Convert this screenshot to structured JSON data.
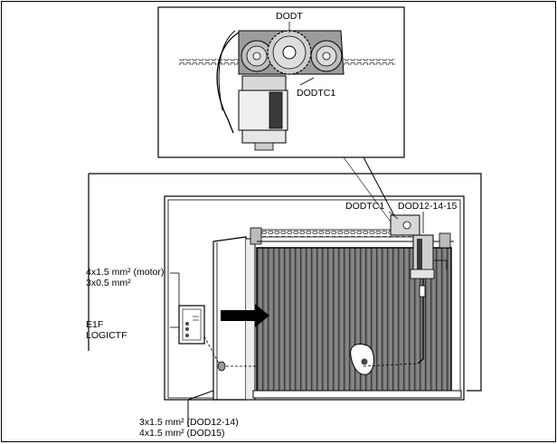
{
  "detail_inset": {
    "label_motor_group": "DODT",
    "label_bracket": "DODTC1"
  },
  "main_view": {
    "label_bracket": "DODTC1",
    "label_motor": "DOD12-14-15"
  },
  "wiring": {
    "motor_cable_line1": "4x1.5 mm² (motor)",
    "motor_cable_line2": "3x0.5 mm²",
    "control_unit_line1": "E1F",
    "control_unit_line2": "LOGICTF",
    "bottom_cable_line1": "3x1.5 mm² (DOD12-14)",
    "bottom_cable_line2": "4x1.5 mm² (DOD15)"
  }
}
